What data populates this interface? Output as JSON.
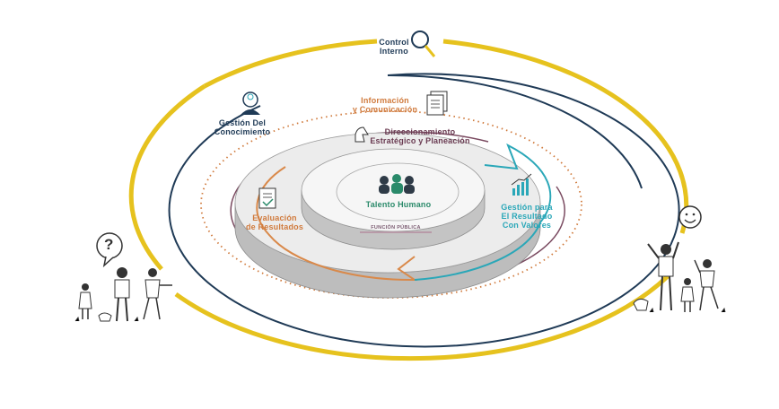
{
  "labels": {
    "control_interno_1": "Control",
    "control_interno_2": "Interno",
    "gestion_conocimiento_1": "Gestión Del",
    "gestion_conocimiento_2": "Conocimiento",
    "informacion_1": "Información",
    "informacion_2": "y Comunicación",
    "direccionamiento_1": "Direccionamiento",
    "direccionamiento_2": "Estratégico y Planeación",
    "talento_humano": "Talento Humano",
    "gestion_resultado_1": "Gestión para",
    "gestion_resultado_2": "El Resultado",
    "gestion_resultado_3": "Con Valores",
    "evaluacion_1": "Evaluación",
    "evaluacion_2": "de Resultados",
    "brand": "FUNCIÓN PÚBLICA"
  },
  "icons": {
    "left_bubble": "question-mark",
    "right_face": "smiley-face"
  },
  "colors": {
    "yellow_ring": "#e6c21e",
    "navy_ring": "#1f3a56",
    "orange_dotted": "#d07a3c",
    "plum_ring": "#7a4a60",
    "teal_arrow": "#2aa7b8",
    "orange_arc": "#d9894a",
    "disc_gray": "#c9c9c9"
  }
}
